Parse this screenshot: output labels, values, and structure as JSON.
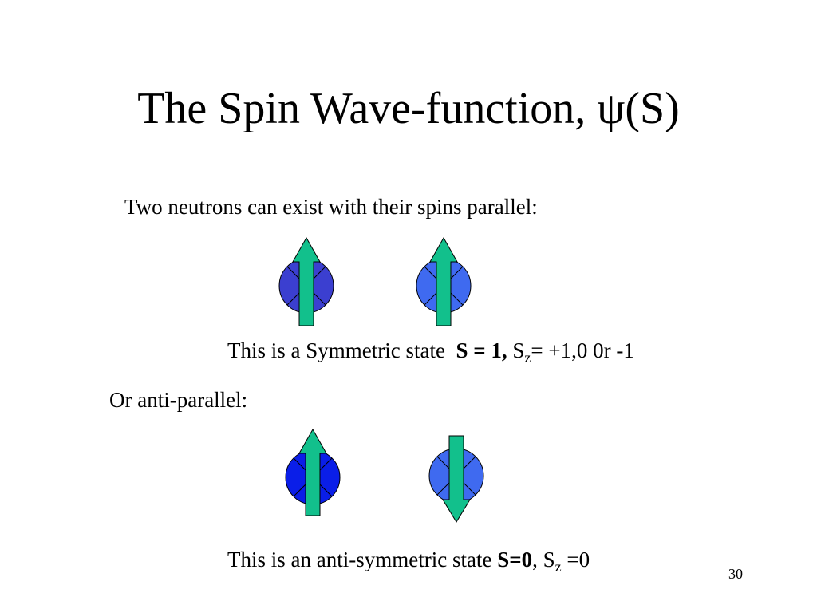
{
  "title": {
    "text": "The Spin Wave-function, ",
    "psi": "ψ",
    "suffix": "(S)"
  },
  "parallel": {
    "intro": "Two neutrons can exist with their spins parallel:",
    "caption_prefix": "This is a Symmetric state",
    "caption_bold": "S = 1,",
    "caption_s": "S",
    "caption_sub": "z",
    "caption_rest": "= +1,0 0r -1"
  },
  "antiparallel": {
    "intro": "Or anti-parallel:",
    "caption_prefix": "This is an anti-symmetric state ",
    "caption_bold": "S=0",
    "caption_comma": ", S",
    "caption_sub": "z",
    "caption_rest": " =0"
  },
  "page_number": "30",
  "colors": {
    "arrow_fill": "#12c08c",
    "neutron_dark": "#3b3fd0",
    "neutron_light": "#3f6af0",
    "neutron_blue": "#0a1ee8"
  },
  "spins": [
    {
      "name": "neutron-1-spin-up",
      "direction": "up"
    },
    {
      "name": "neutron-2-spin-up",
      "direction": "up"
    },
    {
      "name": "neutron-3-spin-up",
      "direction": "up"
    },
    {
      "name": "neutron-4-spin-down",
      "direction": "down"
    }
  ]
}
